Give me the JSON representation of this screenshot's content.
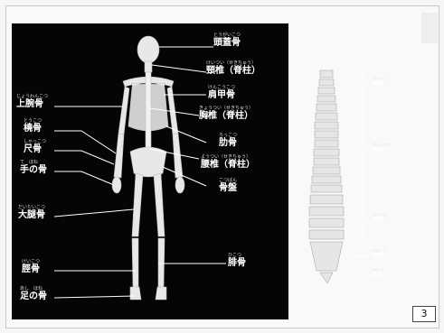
{
  "labels_left": {
    "skull": {
      "ruby": "とうがいこつ",
      "text": "頭蓋骨"
    },
    "cervical": {
      "ruby": "けいつい（せきちゅう）",
      "text": "頸椎（脊柱）"
    },
    "scapula": {
      "ruby": "けんこうこつ",
      "text": "肩甲骨"
    },
    "thoracic": {
      "ruby": "きょうつい（せきちゅう）",
      "text": "胸椎（脊柱）"
    },
    "rib": {
      "ruby": "ろっこつ",
      "text": "肋骨"
    },
    "lumbar": {
      "ruby": "ようつい（せきちゅう）",
      "text": "腰椎（脊柱）"
    },
    "pelvis": {
      "ruby": "こつばん",
      "text": "骨盤"
    },
    "humerus": {
      "ruby": "じょうわんこつ",
      "text": "上腕骨"
    },
    "radius": {
      "ruby": "とうこつ",
      "text": "橈骨"
    },
    "ulna": {
      "ruby": "しゃっこつ",
      "text": "尺骨"
    },
    "hand": {
      "ruby": "て　ほね",
      "text": "手の骨"
    },
    "femur": {
      "ruby": "だいたいこつ",
      "text": "大腿骨"
    },
    "tibia": {
      "ruby": "けいこつ",
      "text": "脛骨"
    },
    "fibula": {
      "ruby": "ひこつ",
      "text": "腓骨"
    },
    "foot": {
      "ruby": "あし　ほね",
      "text": "足の骨"
    }
  },
  "labels_right": {
    "cervical": {
      "ruby": "けいつい",
      "text": "頸椎"
    },
    "thoracic": {
      "ruby": "きょうつい",
      "text": "胸椎"
    },
    "lumbar": {
      "ruby": "ようつい",
      "text": "腰椎"
    },
    "sacrum": {
      "ruby": "せんこつ",
      "text": "仙骨"
    },
    "coccyx": {
      "ruby": "びこつ",
      "text": "尾骨"
    }
  },
  "page_number": "3"
}
